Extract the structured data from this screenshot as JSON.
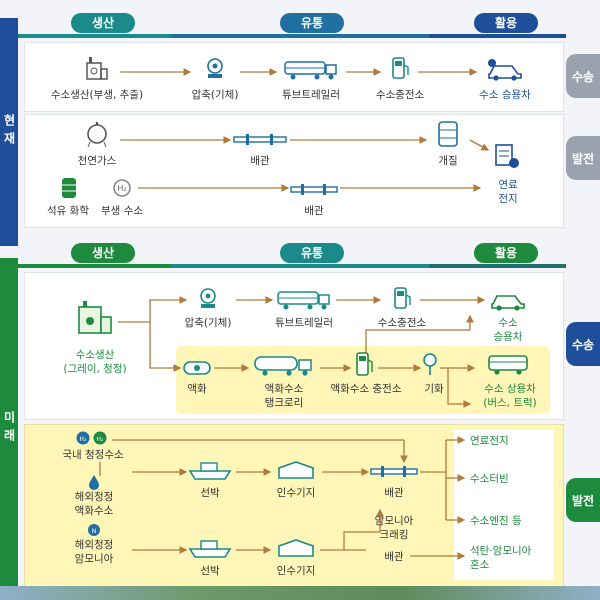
{
  "colors": {
    "blue": "#1f4f9a",
    "teal": "#1a8a8a",
    "green": "#1e8a3e",
    "brown": "#b07a3a",
    "yellow": "#fff6b8"
  },
  "current": {
    "band": "현재",
    "headers": {
      "production": "생산",
      "distribution": "유통",
      "utilization": "활용"
    },
    "side_labels": [
      "수송",
      "발전"
    ],
    "row1": {
      "production": "수소생산(부생, 추출)",
      "compression": "압축(기체)",
      "tube_trailer": "튜브트레일러",
      "charging": "수소충전소",
      "vehicle": "수소 승용차"
    },
    "row2": {
      "natural_gas": "천연가스",
      "pipe": "배관",
      "reforming": "개질",
      "fuel_cell": "연료\n전지"
    },
    "row3": {
      "petrochem": "석유 화학",
      "byproduct": "부생 수소",
      "pipe": "배관"
    }
  },
  "future": {
    "band": "미래",
    "headers": {
      "production": "생산",
      "distribution": "유통",
      "utilization": "활용"
    },
    "side_labels": [
      "수송",
      "발전"
    ],
    "row1": {
      "production": "수소생산\n(그레이, 청정)",
      "compression": "압축(기체)",
      "tube_trailer": "튜브트레일러",
      "charging": "수소충전소",
      "vehicle": "수소\n승용차"
    },
    "row2": {
      "liquefaction": "액화",
      "tank_lorry": "액화수소\n탱크로리",
      "liq_charging": "액화수소 충전소",
      "vaporize": "기화",
      "vehicle": "수소 상용차\n(버스, 트럭)"
    },
    "row3": {
      "domestic": "국내 청정수소",
      "overseas_liquid": "해외청정\n액화수소",
      "ship1": "선박",
      "terminal1": "인수기지",
      "pipe": "배관"
    },
    "row4": {
      "overseas_ammonia": "해외청정\n암모니아",
      "ship2": "선박",
      "terminal2": "인수기지",
      "cracking": "암모니아\n크래킹",
      "pipe": "배관"
    },
    "outputs": [
      "연료전지",
      "수소터빈",
      "수소엔진 등",
      "석탄·암모니아\n혼소"
    ]
  },
  "icons": {
    "h2_badge": "H₂"
  }
}
